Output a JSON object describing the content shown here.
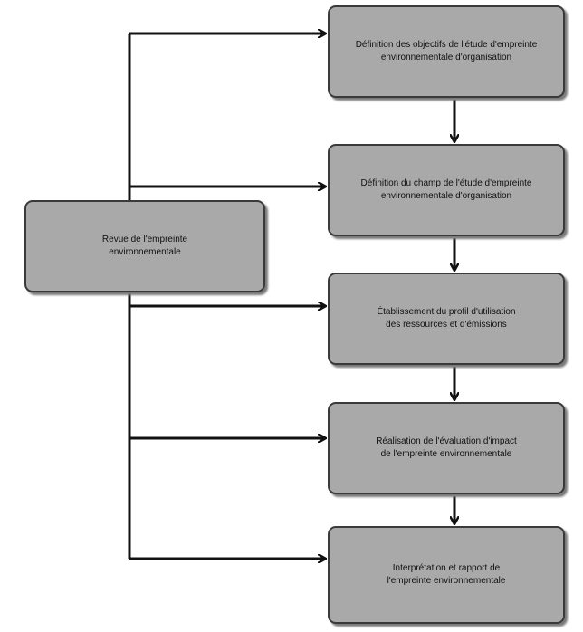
{
  "steps": [
    {
      "line1": "Définition des objectifs de l'étude  d'empreinte",
      "line2": "environnementale d'organisation"
    },
    {
      "line1": "Définition du champ de l'étude d'empreinte",
      "line2": "environnementale d'organisation"
    },
    {
      "line1": "Établissement du profil d'utilisation",
      "line2": "des ressources et d'émissions"
    },
    {
      "line1": "Réalisation de l'évaluation d'impact",
      "line2": "de l'empreinte environnementale"
    },
    {
      "line1": "Interprétation et rapport de",
      "line2": "l'empreinte environnementale"
    }
  ],
  "review": {
    "line1": "Revue de l'empreinte",
    "line2": "environnementale"
  },
  "colors": {
    "box_fill": "#a9a9a9",
    "box_border": "#3a3a3a",
    "line": "#111111"
  }
}
